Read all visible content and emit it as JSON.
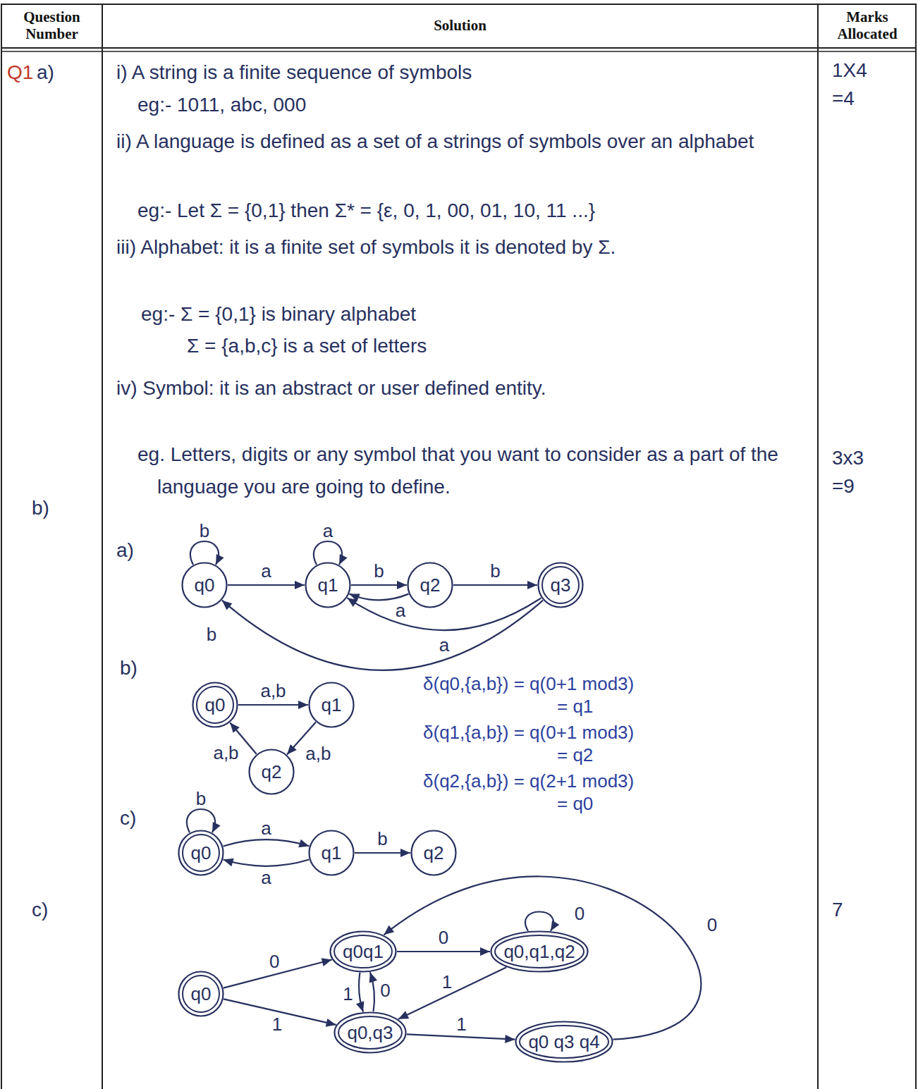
{
  "diagram": {
    "nodes": [
      {
        "text": [
          "q0"
        ]
      },
      {
        "text": [
          "q1"
        ]
      },
      {
        "text": [
          "q2"
        ]
      },
      {
        "text": [
          "q3"
        ]
      },
      {
        "text": [
          "q0"
        ]
      },
      {
        "text": [
          "q1"
        ]
      },
      {
        "text": [
          "q2"
        ]
      },
      {
        "text": [
          "q0"
        ]
      },
      {
        "text": [
          "q1"
        ]
      },
      {
        "text": [
          "q2"
        ]
      },
      {
        "text": [
          "q0"
        ]
      },
      {
        "text": [
          "q0q1"
        ]
      },
      {
        "text": [
          "q0,q1,q2"
        ]
      },
      {
        "text": [
          "q0,q3"
        ]
      },
      {
        "text": [
          "q0 q3 q4"
        ]
      }
    ],
    "edges": [
      {
        "from": 0,
        "to": 0,
        "label": "b",
        "arrow": "to"
      },
      {
        "from": 0,
        "to": 1,
        "label": "a",
        "arrow": "to"
      },
      {
        "from": 1,
        "to": 1,
        "label": "a",
        "arrow": "to"
      },
      {
        "from": 1,
        "to": 2,
        "label": "b",
        "arrow": "to"
      },
      {
        "from": 2,
        "to": 3,
        "label": "b",
        "arrow": "to"
      },
      {
        "from": 2,
        "to": 1,
        "label": "a",
        "arrow": "to"
      },
      {
        "from": 3,
        "to": 1,
        "label": "a",
        "arrow": "to"
      },
      {
        "from": 3,
        "to": 0,
        "label": "b",
        "arrow": "to"
      },
      {
        "from": 4,
        "to": 5,
        "label": "a,b",
        "arrow": "to"
      },
      {
        "from": 5,
        "to": 6,
        "label": "a,b",
        "arrow": "to"
      },
      {
        "from": 6,
        "to": 4,
        "label": "a,b",
        "arrow": "to"
      },
      {
        "from": 7,
        "to": 7,
        "label": "b",
        "arrow": "to"
      },
      {
        "from": 7,
        "to": 8,
        "label": "a",
        "arrow": "to"
      },
      {
        "from": 8,
        "to": 7,
        "label": "a",
        "arrow": "to"
      },
      {
        "from": 8,
        "to": 9,
        "label": "b",
        "arrow": "to"
      },
      {
        "from": 10,
        "to": 11,
        "label": "0",
        "arrow": "to"
      },
      {
        "from": 10,
        "to": 13,
        "label": "1",
        "arrow": "to"
      },
      {
        "from": 11,
        "to": 12,
        "label": "0",
        "arrow": "to"
      },
      {
        "from": 11,
        "to": 13,
        "label": "1",
        "arrow": "to"
      },
      {
        "from": 13,
        "to": 11,
        "label": "0",
        "arrow": "to"
      },
      {
        "from": 12,
        "to": 12,
        "label": "0",
        "arrow": "to"
      },
      {
        "from": 12,
        "to": 13,
        "label": "1",
        "arrow": "to"
      },
      {
        "from": 13,
        "to": 14,
        "label": "1",
        "arrow": "to"
      },
      {
        "from": 14,
        "to": 11,
        "label": "0",
        "arrow": "to"
      }
    ],
    "labels": [
      "Question Number",
      "Solution",
      "Marks Allocated",
      "Q1",
      "a)",
      "i) A string is a finite sequence of symbols",
      "eg:- 1011, abc, 000",
      "ii) A language is defined as a set of a strings of symbols over an alphabet",
      "eg:- Let Σ = {0,1} then Σ* = {ε, 0, 1, 00, 01, 10, 11 ...}",
      "iii) Alphabet: it is a finite set of symbols it is denoted by Σ.",
      "eg:- Σ = {0,1} is binary alphabet",
      "Σ = {a,b,c} is a set of letters",
      "iv) Symbol: it is an abstract or user defined entity.",
      "eg. Letters, digits or any symbol that you want to consider as a part of the language you are going to define.",
      "1X4 =4",
      "3x3 =9",
      "b)",
      "a)",
      "b)",
      "δ(q0,{a,b}) = q(0+1 mod3)",
      "= q1",
      "δ(q1,{a,b}) = q(0+1 mod3)",
      "= q2",
      "δ(q2,{a,b}) = q(2+1 mod3)",
      "= q0",
      "c)",
      "c)",
      "7"
    ]
  }
}
